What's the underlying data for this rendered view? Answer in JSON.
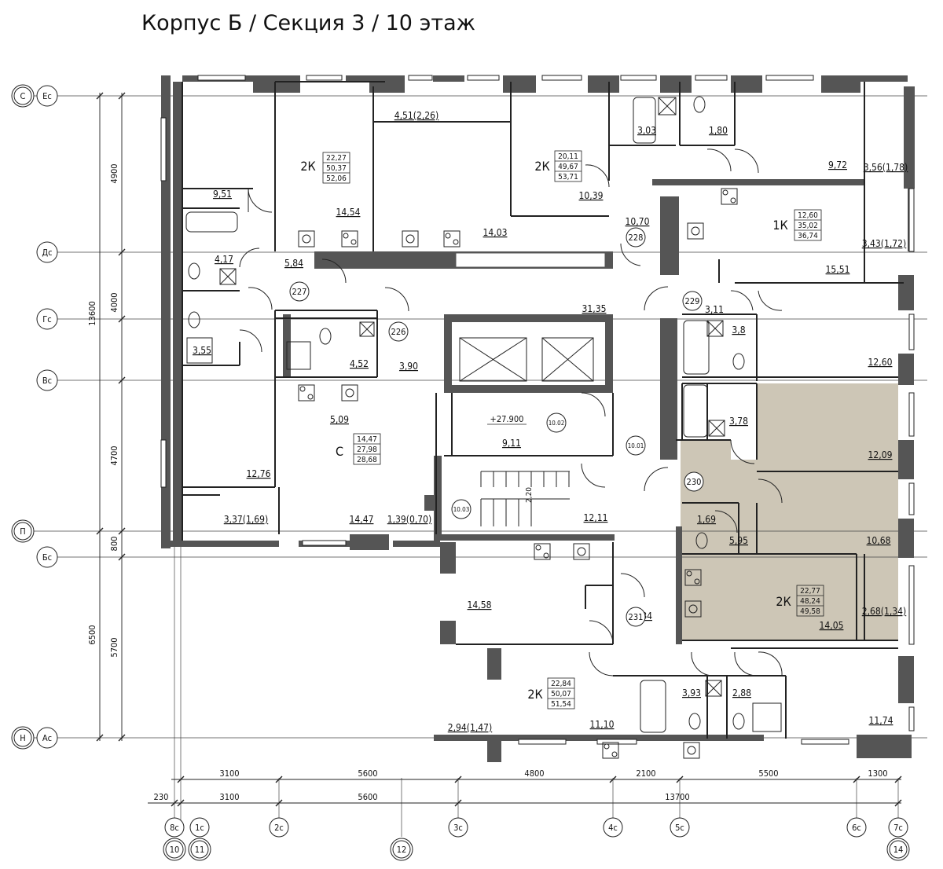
{
  "title": "Корпус Б / Секция 3 / 10 этаж",
  "colors": {
    "highlight": "#cdc6b6",
    "wall": "#555555",
    "lines": "#222222"
  },
  "axes_left": [
    {
      "id": "С",
      "aux": "Ес"
    },
    {
      "aux": "Дс"
    },
    {
      "aux": "Гс"
    },
    {
      "aux": "Вс"
    },
    {
      "id": "П",
      "aux": ""
    },
    {
      "aux": "Бс"
    },
    {
      "id": "Н",
      "aux": "Ас"
    }
  ],
  "axes_bottom": [
    {
      "aux": "8с",
      "id": "10"
    },
    {
      "aux": "1с",
      "id": "11"
    },
    {
      "aux": "2с",
      "id": ""
    },
    {
      "aux": "",
      "id": "12"
    },
    {
      "aux": "3с",
      "id": ""
    },
    {
      "aux": "4с",
      "id": ""
    },
    {
      "aux": "5с",
      "id": ""
    },
    {
      "aux": "6с",
      "id": ""
    },
    {
      "aux": "7с",
      "id": "14"
    }
  ],
  "dims_vertical_outer": [
    "13600",
    "6500"
  ],
  "dims_vertical_inner": [
    "4900",
    "4000",
    "4700",
    "800",
    "5700"
  ],
  "dims_bottom_row1": [
    "3100",
    "5600",
    "4800",
    "2100",
    "5500",
    "1300"
  ],
  "dims_bottom_row2": [
    "230",
    "3100",
    "5600",
    "13700"
  ],
  "apartments": [
    {
      "type": "2К",
      "areas": [
        "22,27",
        "50,37",
        "52,06"
      ]
    },
    {
      "type": "2К",
      "areas": [
        "20,11",
        "49,67",
        "53,71"
      ]
    },
    {
      "type": "1К",
      "areas": [
        "12,60",
        "35,02",
        "36,74"
      ]
    },
    {
      "type": "С",
      "areas": [
        "14,47",
        "27,98",
        "28,68"
      ]
    },
    {
      "type": "2К",
      "areas": [
        "22,77",
        "48,24",
        "49,58"
      ]
    },
    {
      "type": "2К",
      "areas": [
        "22,84",
        "50,07",
        "51,54"
      ]
    }
  ],
  "rooms": [
    "9,51",
    "14,54",
    "4,51(2,26)",
    "14,03",
    "3,03",
    "1,80",
    "10,39",
    "9,72",
    "3,56(1,78)",
    "10,70",
    "3,43(1,72)",
    "15,51",
    "4,17",
    "5,84",
    "31,35",
    "3,11",
    "3,8",
    "4,52",
    "3,90",
    "12,60",
    "3,55",
    "5,09",
    "3,78",
    "12,09",
    "9,11",
    "12,76",
    "3,37(1,69)",
    "14,47",
    "1,39(0,70)",
    "12,11",
    "1,69",
    "5,95",
    "10,68",
    "14,58",
    "5,84",
    "14,05",
    "2,68(1,34)",
    "3,93",
    "2,88",
    "2,94(1,47)",
    "11,10",
    "11,74"
  ],
  "corridors": [
    "227",
    "226",
    "228",
    "229",
    "230",
    "231"
  ],
  "cores": [
    "10.02",
    "10.01",
    "10.03"
  ],
  "level_mark": "+27.900",
  "stair_mark": "2,20"
}
